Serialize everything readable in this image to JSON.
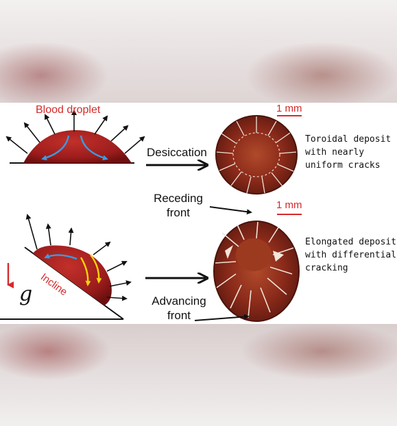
{
  "top": {
    "droplet_label": "Blood droplet",
    "process_label": "Desiccation",
    "scale_label": "1 mm",
    "deposit_description": [
      "Toroidal deposit",
      "with nearly",
      "uniform cracks"
    ]
  },
  "middle": {
    "receding_label": [
      "Receding",
      "front"
    ],
    "scale_label": "1 mm"
  },
  "bottom": {
    "incline_label": "Incline",
    "gravity_symbol": "g",
    "advancing_label": [
      "Advancing",
      "front"
    ],
    "deposit_description": [
      "Elongated deposit",
      "with differential",
      "cracking"
    ]
  },
  "colors": {
    "blood": "#9b1c1c",
    "deposit": "#8a2a1a",
    "flow_arrows_top": "#3a9be0",
    "flow_arrows_incline_yellow": "#f5d20a",
    "label_red": "#d42a2a"
  }
}
